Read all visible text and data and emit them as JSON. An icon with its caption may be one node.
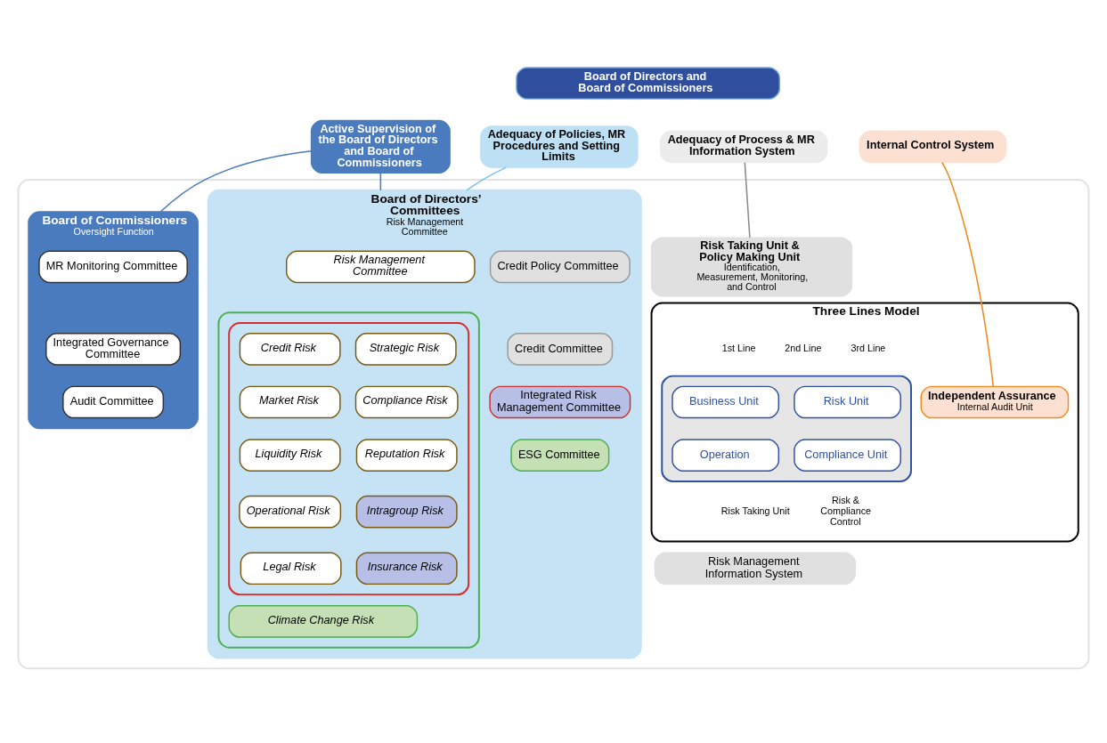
{
  "diagram": {
    "nodes": [
      {
        "text": [
          "Board of Directors and Board of Commissioners"
        ]
      },
      {
        "text": [
          "Active Supervision of the Board of Directors and Board of Commissioners"
        ]
      },
      {
        "text": [
          "Adequacy of Policies, MR Procedures and Setting Limits"
        ]
      },
      {
        "text": [
          "Adequacy of Process & MR Information System"
        ]
      },
      {
        "text": [
          "Internal Control System"
        ]
      },
      {
        "text": [],
        "shape": "box"
      },
      {
        "text": [
          "Board of Commissioners",
          "Oversight Function"
        ],
        "in": 5
      },
      {
        "text": [
          "MR Monitoring Committee"
        ],
        "in": 6
      },
      {
        "text": [
          "Integrated Governance Committee"
        ],
        "in": 6
      },
      {
        "text": [
          "Audit Committee"
        ],
        "in": 6
      },
      {
        "text": [
          "Board of Directors’ Committees",
          "Risk Management Committee"
        ],
        "in": 5
      },
      {
        "text": [
          "Risk Management Committee"
        ],
        "in": 10
      },
      {
        "text": [],
        "shape": "box",
        "in": 10
      },
      {
        "text": [],
        "shape": "box",
        "in": 12
      },
      {
        "text": [
          "Credit Risk"
        ],
        "in": 13
      },
      {
        "text": [
          "Strategic Risk"
        ],
        "in": 13
      },
      {
        "text": [
          "Market Risk"
        ],
        "in": 13
      },
      {
        "text": [
          "Compliance Risk"
        ],
        "in": 13
      },
      {
        "text": [
          "Liquidity Risk"
        ],
        "in": 13
      },
      {
        "text": [
          "Reputation Risk"
        ],
        "in": 13
      },
      {
        "text": [
          "Operational Risk"
        ],
        "in": 13
      },
      {
        "text": [
          "Intragroup Risk"
        ],
        "in": 13
      },
      {
        "text": [
          "Legal Risk"
        ],
        "in": 13
      },
      {
        "text": [
          "Insurance Risk"
        ],
        "in": 13
      },
      {
        "text": [
          "Climate Change Risk"
        ],
        "in": 12
      },
      {
        "text": [
          "Credit Policy Committee"
        ],
        "in": 10
      },
      {
        "text": [
          "Credit Committee"
        ],
        "in": 10
      },
      {
        "text": [
          "Integrated Risk Management Committee"
        ],
        "in": 10
      },
      {
        "text": [
          "ESG Committee"
        ],
        "in": 10
      },
      {
        "text": [
          "Risk Taking Unit & Policy Making Unit",
          "Identification, Measurement, Monitoring, and Control"
        ],
        "in": 5
      },
      {
        "text": [
          "Three Lines Model"
        ],
        "in": 5
      },
      {
        "text": [],
        "shape": "box",
        "in": 30
      },
      {
        "text": [
          "Business Unit"
        ],
        "in": 31
      },
      {
        "text": [
          "Risk Unit"
        ],
        "in": 31
      },
      {
        "text": [
          "Operation"
        ],
        "in": 31
      },
      {
        "text": [
          "Compliance Unit"
        ],
        "in": 31
      },
      {
        "text": [
          "Independent Assurance",
          "Internal Audit Unit"
        ],
        "in": 30
      },
      {
        "text": [
          "Risk Management Information System"
        ],
        "in": 5
      }
    ],
    "edges": [
      {
        "from": 1,
        "to": 6,
        "arrow": "none",
        "color": "#4a7bbf"
      },
      {
        "from": 1,
        "to": 10,
        "arrow": "none",
        "color": "#4a7bbf"
      },
      {
        "from": 2,
        "to": 10,
        "arrow": "none",
        "color": "#7cc3ea"
      },
      {
        "from": 3,
        "to": 29,
        "arrow": "none",
        "color": "#8c8c8c"
      },
      {
        "from": 4,
        "to": 36,
        "arrow": "none",
        "color": "#f08a1c"
      }
    ],
    "labels": [
      "1st Line",
      "2nd Line",
      "3rd Line",
      "Risk Taking Unit",
      "Risk & Compliance Control"
    ]
  }
}
